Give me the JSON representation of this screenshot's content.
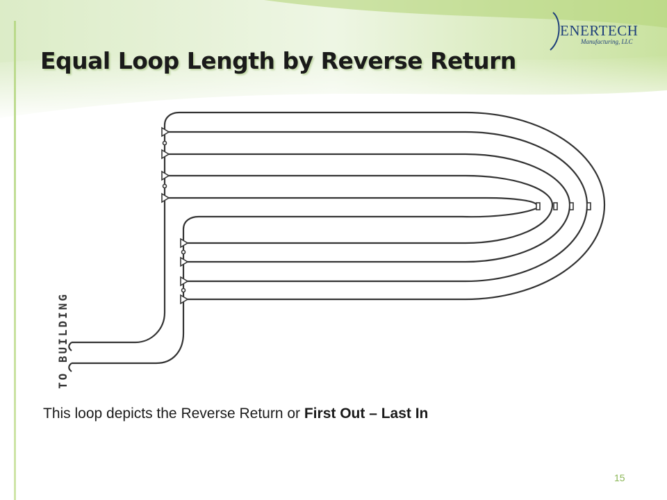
{
  "header": {
    "title": "Equal Loop Length  by Reverse Return",
    "logo": {
      "name": "ENERTECH",
      "subtitle": "Manufacturing, LLC"
    }
  },
  "diagram": {
    "side_label": "TO BUILDING"
  },
  "caption": {
    "text": "This loop depicts the Reverse Return or ",
    "bold": "First Out – Last In"
  },
  "footer": {
    "page_number": "15"
  },
  "colors": {
    "accent_green": "#8ab655",
    "line": "#333333",
    "logo_blue": "#1e3f7a"
  }
}
